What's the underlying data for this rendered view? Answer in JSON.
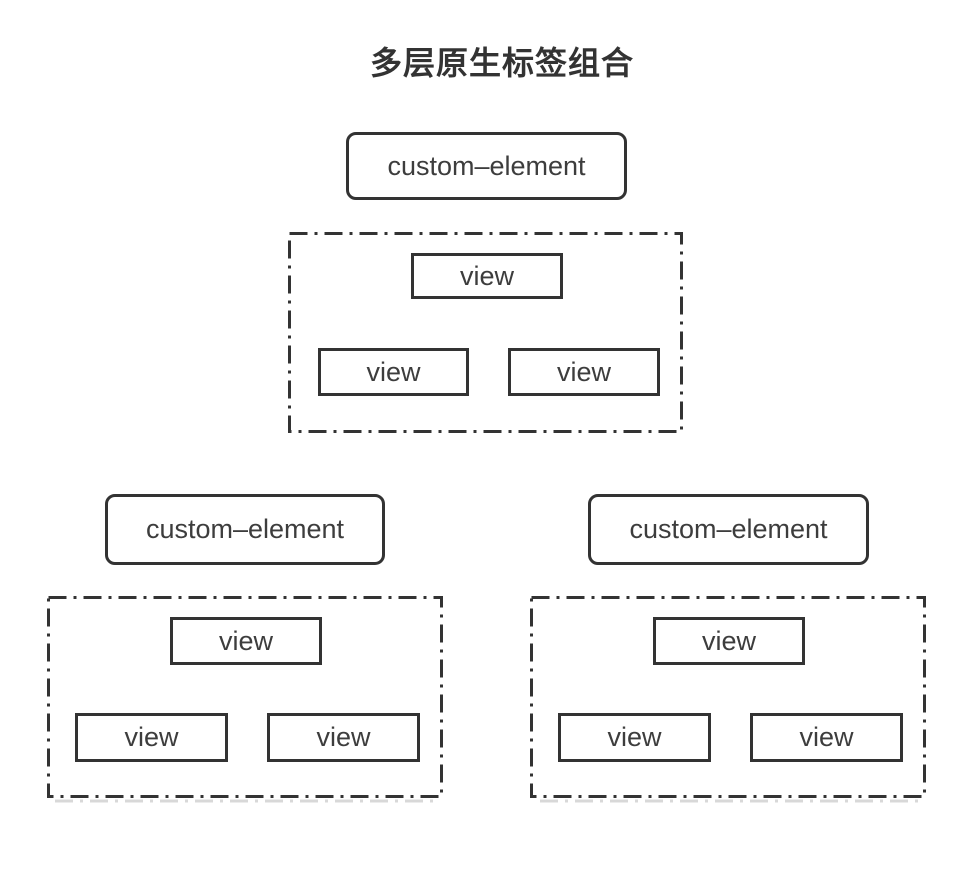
{
  "title": "多层原生标签组合",
  "colors": {
    "line": "#333333",
    "text": "#3d3d3d",
    "title_text": "#333333",
    "background": "#ffffff",
    "shadow_line": "#d8d8d8"
  },
  "groups": [
    {
      "position": "top-center",
      "custom_element_label": "custom–element",
      "views": {
        "parent": "view",
        "child_left": "view",
        "child_right": "view"
      }
    },
    {
      "position": "bottom-left",
      "custom_element_label": "custom–element",
      "views": {
        "parent": "view",
        "child_left": "view",
        "child_right": "view"
      }
    },
    {
      "position": "bottom-right",
      "custom_element_label": "custom–element",
      "views": {
        "parent": "view",
        "child_left": "view",
        "child_right": "view"
      }
    }
  ]
}
